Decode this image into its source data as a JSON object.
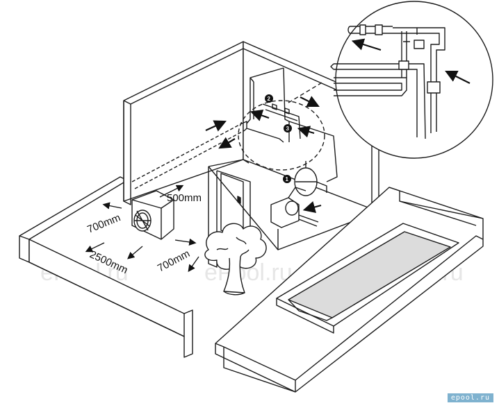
{
  "watermarks": [
    "ePool.ru",
    "ePool.ru",
    "ePool.ru"
  ],
  "dimensions": {
    "d500": "500mm",
    "d700_side": "700mm",
    "d700_back": "700mm",
    "d2500": "2500mm"
  },
  "markers": [
    "1",
    "2",
    "3"
  ],
  "brand": "epool.ru",
  "colors": {
    "line": "#1a1a1a",
    "water": "#dcdcdc",
    "watermark": "#e6e6e6",
    "brand": "#7fb2cf"
  }
}
